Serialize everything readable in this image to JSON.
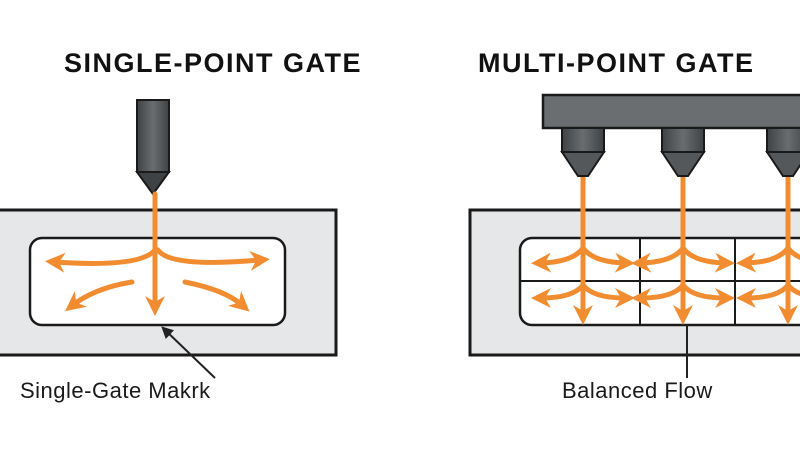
{
  "left": {
    "title": "SINGLE-POINT GATE",
    "label": "Single-Gate Makrk",
    "nozzle_count": 1
  },
  "right": {
    "title": "MULTI-POINT GATE",
    "label": "Balanced Flow",
    "nozzle_count": 3
  },
  "colors": {
    "flow": "#f28c30",
    "mold": "#e6e7e8",
    "nozzle": "#5b5e60",
    "outline": "#1a1a1a"
  }
}
